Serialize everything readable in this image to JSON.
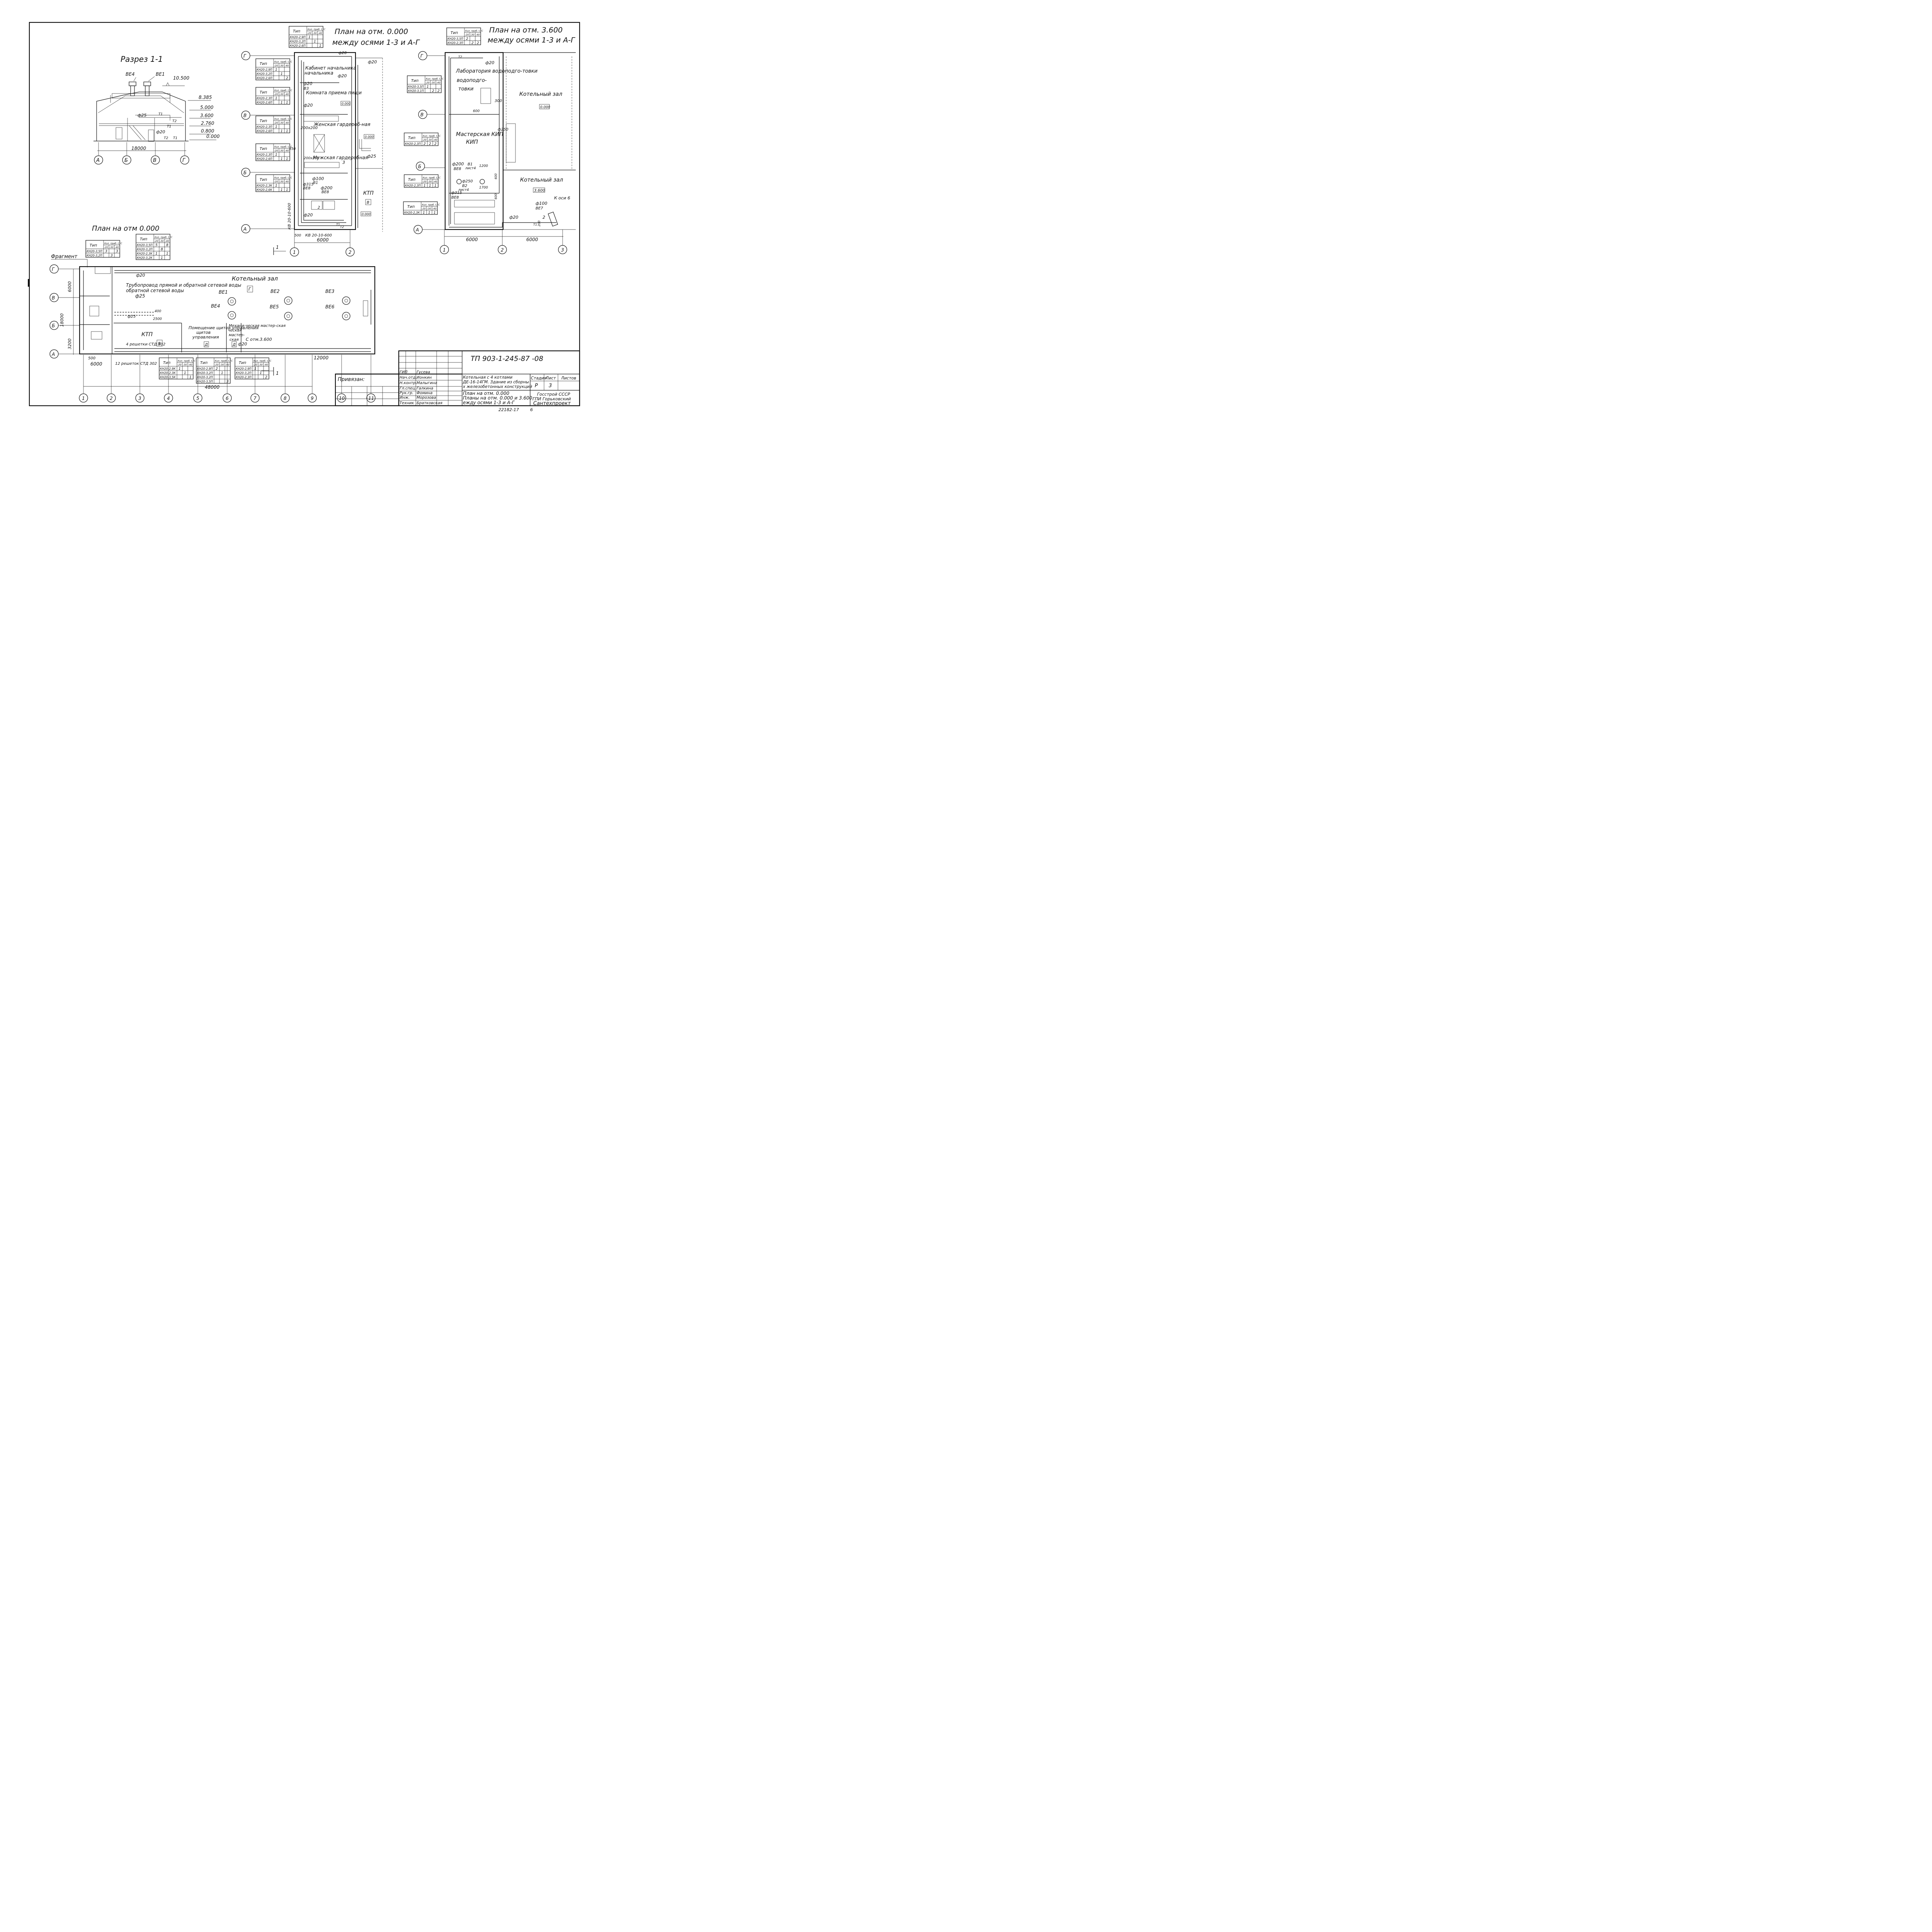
{
  "views": {
    "section": {
      "title": "Разрез 1-1",
      "vents": [
        "ВЕ4",
        "ВЕ1"
      ],
      "elevations": [
        "10.500",
        "8.385",
        "5.000",
        "3.600",
        "2.760",
        "0.800",
        "0.000"
      ],
      "pipe_labels": [
        "ф25",
        "Т1",
        "Т1",
        "Т2",
        "ф20",
        "Т2",
        "Т1"
      ],
      "dimension": "18000",
      "axes": [
        "А",
        "Б",
        "В",
        "Г"
      ]
    },
    "plan0_main": {
      "title": "План на отм. 0.000",
      "subtitle": "между осями 1-3 и А-Г",
      "rooms": [
        "Кабинет начальника",
        "Комната приема пищи",
        "Женская гардероб-ная",
        "Мужская гардеробная",
        "КТП"
      ],
      "room_letter": "В",
      "level_marks": [
        "0.000",
        "0.000",
        "0.000"
      ],
      "labels": [
        "ф20",
        "ф20",
        "ф20",
        "ф20",
        "ф20",
        "В3",
        "200х200",
        "200х200",
        "350",
        "3",
        "ф100",
        "В1",
        "ф315",
        "ВЕ8",
        "ф200",
        "ВЕ8",
        "ф25",
        "Т1",
        "Т2",
        "2",
        "ф20"
      ],
      "bottom_labels": [
        "КВ 20-10-600",
        "КВ 20-10-600",
        "500",
        "6000"
      ],
      "axes_rows": [
        "Г",
        "В",
        "Б",
        "А"
      ],
      "axes_cols": [
        "1",
        "2"
      ]
    },
    "plan36": {
      "title": "План на отм. 3.600",
      "subtitle": "между осями 1-3 и А-Г",
      "rooms": [
        "Лаборатория водоподго-товки",
        "Котельный зал",
        "Мастерская КИП",
        "Котельный зал"
      ],
      "level_marks": [
        "0.000",
        "3.600"
      ],
      "labels": [
        "ф20",
        "300",
        "600",
        "ф250",
        "ф200",
        "В1",
        "1200",
        "ВЕ8",
        "лист4",
        "ф250",
        "В2",
        "лист4",
        "1700",
        "ф315",
        "ВЕ8",
        "600",
        "600",
        "ф100",
        "ВЕ7",
        "2",
        "К оси 6",
        "ф20",
        "Т1",
        "Т2",
        "200"
      ],
      "dims": [
        "6000",
        "6000"
      ],
      "axes_rows": [
        "Г",
        "В",
        "Б",
        "А"
      ],
      "axes_cols": [
        "1",
        "2",
        "3"
      ]
    },
    "plan0_full": {
      "title": "План на отм 0.000",
      "fragment_label": "Фрагмент",
      "hall_label": "Котельный зал",
      "hall_letter": "Г",
      "pipe_note": "Трубопровод прямой и обратной сетевой воды",
      "pipe_note_d": "ф25",
      "vents": [
        "ВЕ1",
        "ВЕ2",
        "ВЕ3",
        "ВЕ4",
        "ВЕ5",
        "ВЕ6"
      ],
      "rooms": [
        "КТП",
        "Помещение щитов управления",
        "Механи-ческая мастер-ская"
      ],
      "room_letters": [
        "В",
        "Д",
        "Д"
      ],
      "labels": [
        "ф20",
        "ф25",
        "400",
        "2500",
        "С отм.3.600",
        "ф20",
        "4 решетки СТД 302",
        "12 решеток СТД 302",
        "500",
        "6000",
        "48000",
        "12000",
        "6000",
        "18000",
        "3200",
        "1"
      ],
      "section_marker": "1",
      "axes_rows": [
        "Г",
        "В",
        "Б",
        "А"
      ],
      "axes_cols": [
        "1",
        "2",
        "3",
        "4",
        "5",
        "6",
        "7",
        "8",
        "9",
        "10",
        "11"
      ]
    }
  },
  "rad_tables": [
    {
      "id": "t1",
      "head": [
        "Тип",
        "Кол. приб. t,°С",
        "-20",
        "-30",
        "-40"
      ],
      "rows": [
        [
          "КН20-2,9П",
          "1",
          "",
          ""
        ],
        [
          "КН20-3,2П",
          "",
          "1",
          ""
        ],
        [
          "КН20-2,6П",
          "",
          "",
          "1"
        ]
      ]
    },
    {
      "id": "t2",
      "head": [
        "Тип",
        "Кол. приб. t,°С",
        "-20",
        "-30",
        "-40"
      ],
      "rows": [
        [
          "КН20-2,9П",
          "1",
          "",
          ""
        ],
        [
          "КН20-3,2П",
          "",
          "1",
          ""
        ],
        [
          "КН20-2,6П",
          "",
          "",
          "2"
        ]
      ]
    },
    {
      "id": "t3",
      "head": [
        "Тип",
        "Кол. приб. t,°С",
        "-20",
        "-30",
        "-40"
      ],
      "rows": [
        [
          "КН20-2,3П",
          "1",
          "",
          ""
        ],
        [
          "КН20-2,6П",
          "",
          "1",
          "1"
        ]
      ]
    },
    {
      "id": "t4",
      "head": [
        "Тип",
        "Кол. приб. t,°С",
        "-20",
        "-30",
        "-40"
      ],
      "rows": [
        [
          "КН20-2,3П",
          "1",
          "",
          ""
        ],
        [
          "КН20-2,6П",
          "",
          "1",
          "1"
        ]
      ]
    },
    {
      "id": "t5",
      "head": [
        "Тип",
        "Кол. приб. t,°С",
        "-20",
        "-30",
        "-40"
      ],
      "rows": [
        [
          "КН20-2,3П",
          "1",
          "",
          ""
        ],
        [
          "КН20-2,6П",
          "",
          "1",
          "1"
        ]
      ]
    },
    {
      "id": "t6",
      "head": [
        "Тип",
        "Кол. приб. t,°С",
        "-20",
        "-30",
        "-40"
      ],
      "rows": [
        [
          "КН20-2,3К",
          "1",
          "",
          ""
        ],
        [
          "КН20-2,6К",
          "",
          "1",
          "1"
        ]
      ]
    },
    {
      "id": "t7",
      "head": [
        "Тип",
        "Кол. приб. t,°С",
        "-20",
        "-30",
        "-40"
      ],
      "rows": [
        [
          "КН20-3,5П",
          "2",
          "",
          ""
        ],
        [
          "КН20-2,3П",
          "",
          "2",
          "2"
        ]
      ]
    },
    {
      "id": "t8",
      "head": [
        "Тип",
        "Кол. приб. t,°С",
        "-20",
        "-30",
        "-40"
      ],
      "rows": [
        [
          "КН20-3,5П",
          "1",
          "",
          ""
        ],
        [
          "КН20-3,1П",
          "",
          "2",
          "2"
        ]
      ]
    },
    {
      "id": "t9",
      "head": [
        "Тип",
        "Кол. приб. t,°С",
        "-20",
        "-30",
        "-40"
      ],
      "rows": [
        [
          "КН20-2,3П",
          "2",
          "2",
          "2"
        ]
      ]
    },
    {
      "id": "t10",
      "head": [
        "Тип",
        "Кол. приб. t,°С",
        "-20",
        "-30",
        "-40"
      ],
      "rows": [
        [
          "КН20-2,3П",
          "1",
          "1",
          "1"
        ]
      ]
    },
    {
      "id": "t11",
      "head": [
        "Тип",
        "Кол. приб. t,°С",
        "-20",
        "-30",
        "-40"
      ],
      "rows": [
        [
          "КН20-2,3К",
          "1",
          "1",
          "1"
        ]
      ]
    },
    {
      "id": "t12",
      "head": [
        "Тип",
        "Кол. приб. t,°С",
        "-20",
        "-30",
        "-40"
      ],
      "rows": [
        [
          "КН20-3,5П",
          "3",
          "",
          "3"
        ],
        [
          "КН20-3,2П",
          "",
          "3",
          ""
        ]
      ]
    },
    {
      "id": "t13",
      "head": [
        "Тип",
        "Кол. приб. t,°С",
        "-20",
        "-30",
        "-40"
      ],
      "rows": [
        [
          "КН20-3,5П",
          "5",
          "",
          "8"
        ],
        [
          "КН20-3,2П",
          "",
          "8",
          ""
        ],
        [
          "КН20-2,3К",
          "1",
          "",
          "1"
        ],
        [
          "КН20-3,2К",
          "",
          "1",
          ""
        ]
      ]
    },
    {
      "id": "t14",
      "head": [
        "Тип",
        "Кол. приб. t,°С",
        "-20",
        "-30",
        "-40"
      ],
      "rows": [
        [
          "КН20-2,9К",
          "1",
          "",
          ""
        ],
        [
          "КН20-2,3К",
          "",
          "1",
          ""
        ],
        [
          "КН20-3,5К",
          "",
          "",
          "1"
        ]
      ]
    },
    {
      "id": "t15",
      "head": [
        "Тип",
        "Кол. приб. t,°С",
        "-20",
        "-30",
        "-40"
      ],
      "rows": [
        [
          "КН20-2,9П",
          "2",
          "",
          ""
        ],
        [
          "КН20-3,2П",
          "",
          "1",
          ""
        ],
        [
          "КН20-3,2П",
          "",
          "",
          ""
        ],
        [
          "КН20-3,5П",
          "",
          "",
          "3"
        ]
      ]
    },
    {
      "id": "t16",
      "head": [
        "Тип",
        "Кол. приб. t,°С",
        "-20",
        "-30",
        "-40"
      ],
      "rows": [
        [
          "КН20-2,9П",
          "1",
          "",
          ""
        ],
        [
          "КН20-3,2П",
          "",
          "1",
          ""
        ],
        [
          "КН20-2,3П",
          "",
          "",
          "2"
        ]
      ]
    }
  ],
  "title_block": {
    "code": "ТП 903-1-245-87 -08",
    "linked": "Привязан:",
    "staff": [
      {
        "role": "ГИП",
        "name": "Гусева"
      },
      {
        "role": "Нач.отд.",
        "name": "Ионкин"
      },
      {
        "role": "Н.контр.",
        "name": "Малыгина"
      },
      {
        "role": "Гл.спец.",
        "name": "Галкина"
      },
      {
        "role": "Рук.гр.",
        "name": "Фомина"
      },
      {
        "role": "Инж.",
        "name": "Морозова"
      },
      {
        "role": "Техник",
        "name": "Братковская"
      }
    ],
    "project": "Котельная с 4 котлами ДЕ-16-14ГМ. Здание из сборных железобетонных конструкций",
    "sheet_title": "План на отм. 0.000. Планы на отм. 0.000 и 3.600 между осями 1-3 и А-Г",
    "stage_label": "Стадия",
    "sheet_label": "Лист",
    "sheets_label": "Листов",
    "stage": "Р",
    "sheet": "3",
    "org": "Госстрой СССР ГПИ Горьковский Сантехпроект",
    "inventory": "22182-17",
    "format": "6"
  }
}
